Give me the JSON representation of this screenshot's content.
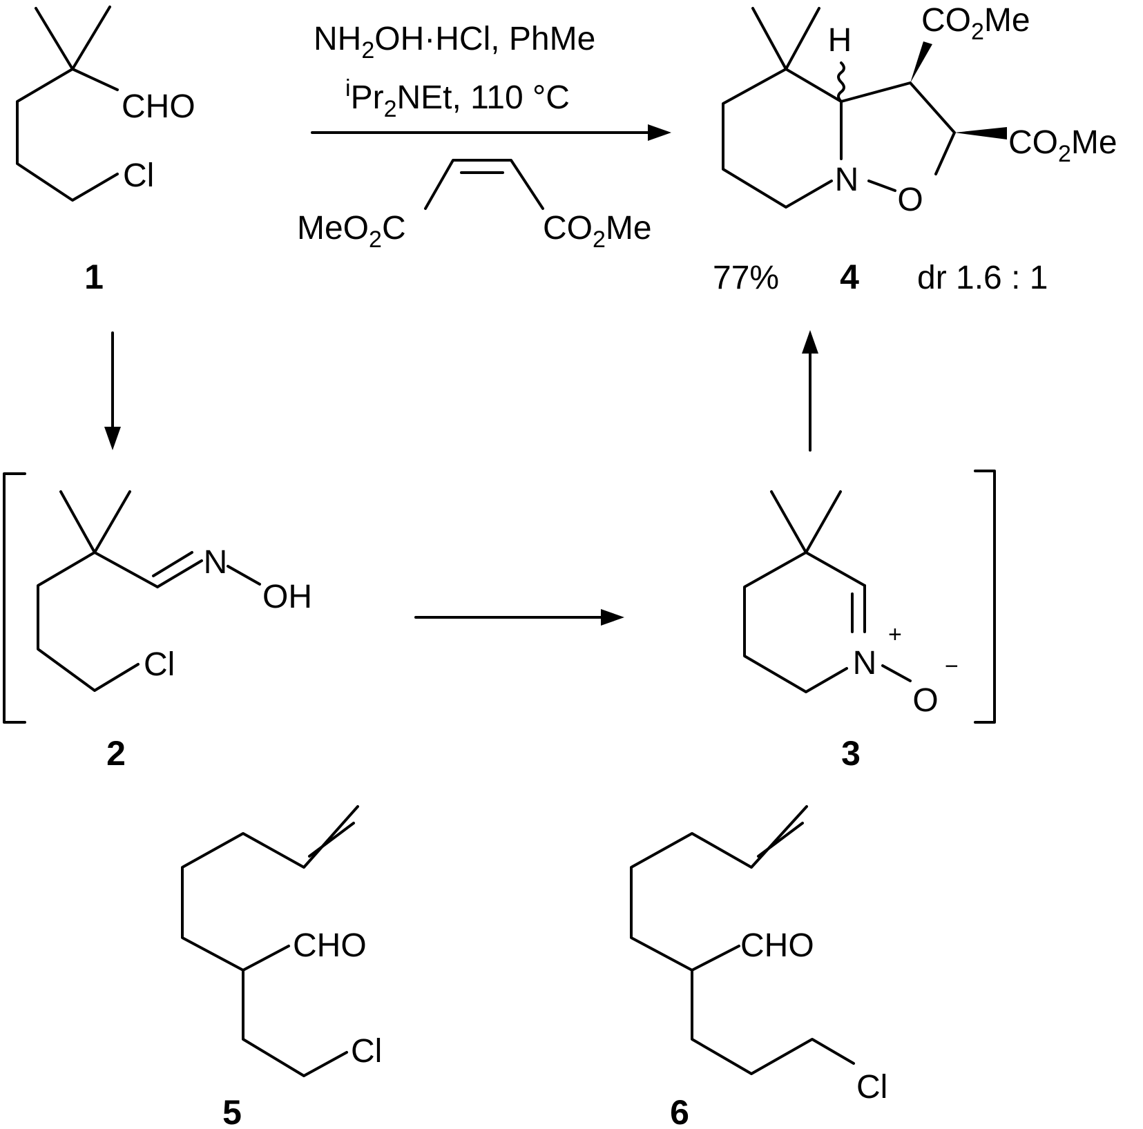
{
  "compounds": {
    "c1": {
      "number": "1",
      "cho": "CHO",
      "cl": "Cl"
    },
    "c2": {
      "number": "2",
      "n": "N",
      "oh": "OH",
      "cl": "Cl"
    },
    "c3": {
      "number": "3",
      "n": "N",
      "plus": "+",
      "o": "O",
      "minus": "−"
    },
    "c4": {
      "number": "4",
      "h": "H",
      "n": "N",
      "o": "O",
      "ester_top_co": "CO",
      "ester_top_sub": "2",
      "ester_top_me": "Me",
      "ester_right_co": "CO",
      "ester_right_sub": "2",
      "ester_right_me": "Me",
      "yield": "77%",
      "dr": "dr 1.6 : 1"
    },
    "c5": {
      "number": "5",
      "cho": "CHO",
      "cl": "Cl"
    },
    "c6": {
      "number": "6",
      "cho": "CHO",
      "cl": "Cl"
    }
  },
  "reagents": {
    "line1_nh": "NH",
    "line1_sub": "2",
    "line1_rest": "OH·HCl, PhMe",
    "line2_sup": "i",
    "line2_pr": "Pr",
    "line2_sub": "2",
    "line2_rest": "NEt, 110 °C",
    "maleate_left_me": "MeO",
    "maleate_left_sub": "2",
    "maleate_left_c": "C",
    "maleate_right_co": "CO",
    "maleate_right_sub": "2",
    "maleate_right_me": "Me"
  }
}
